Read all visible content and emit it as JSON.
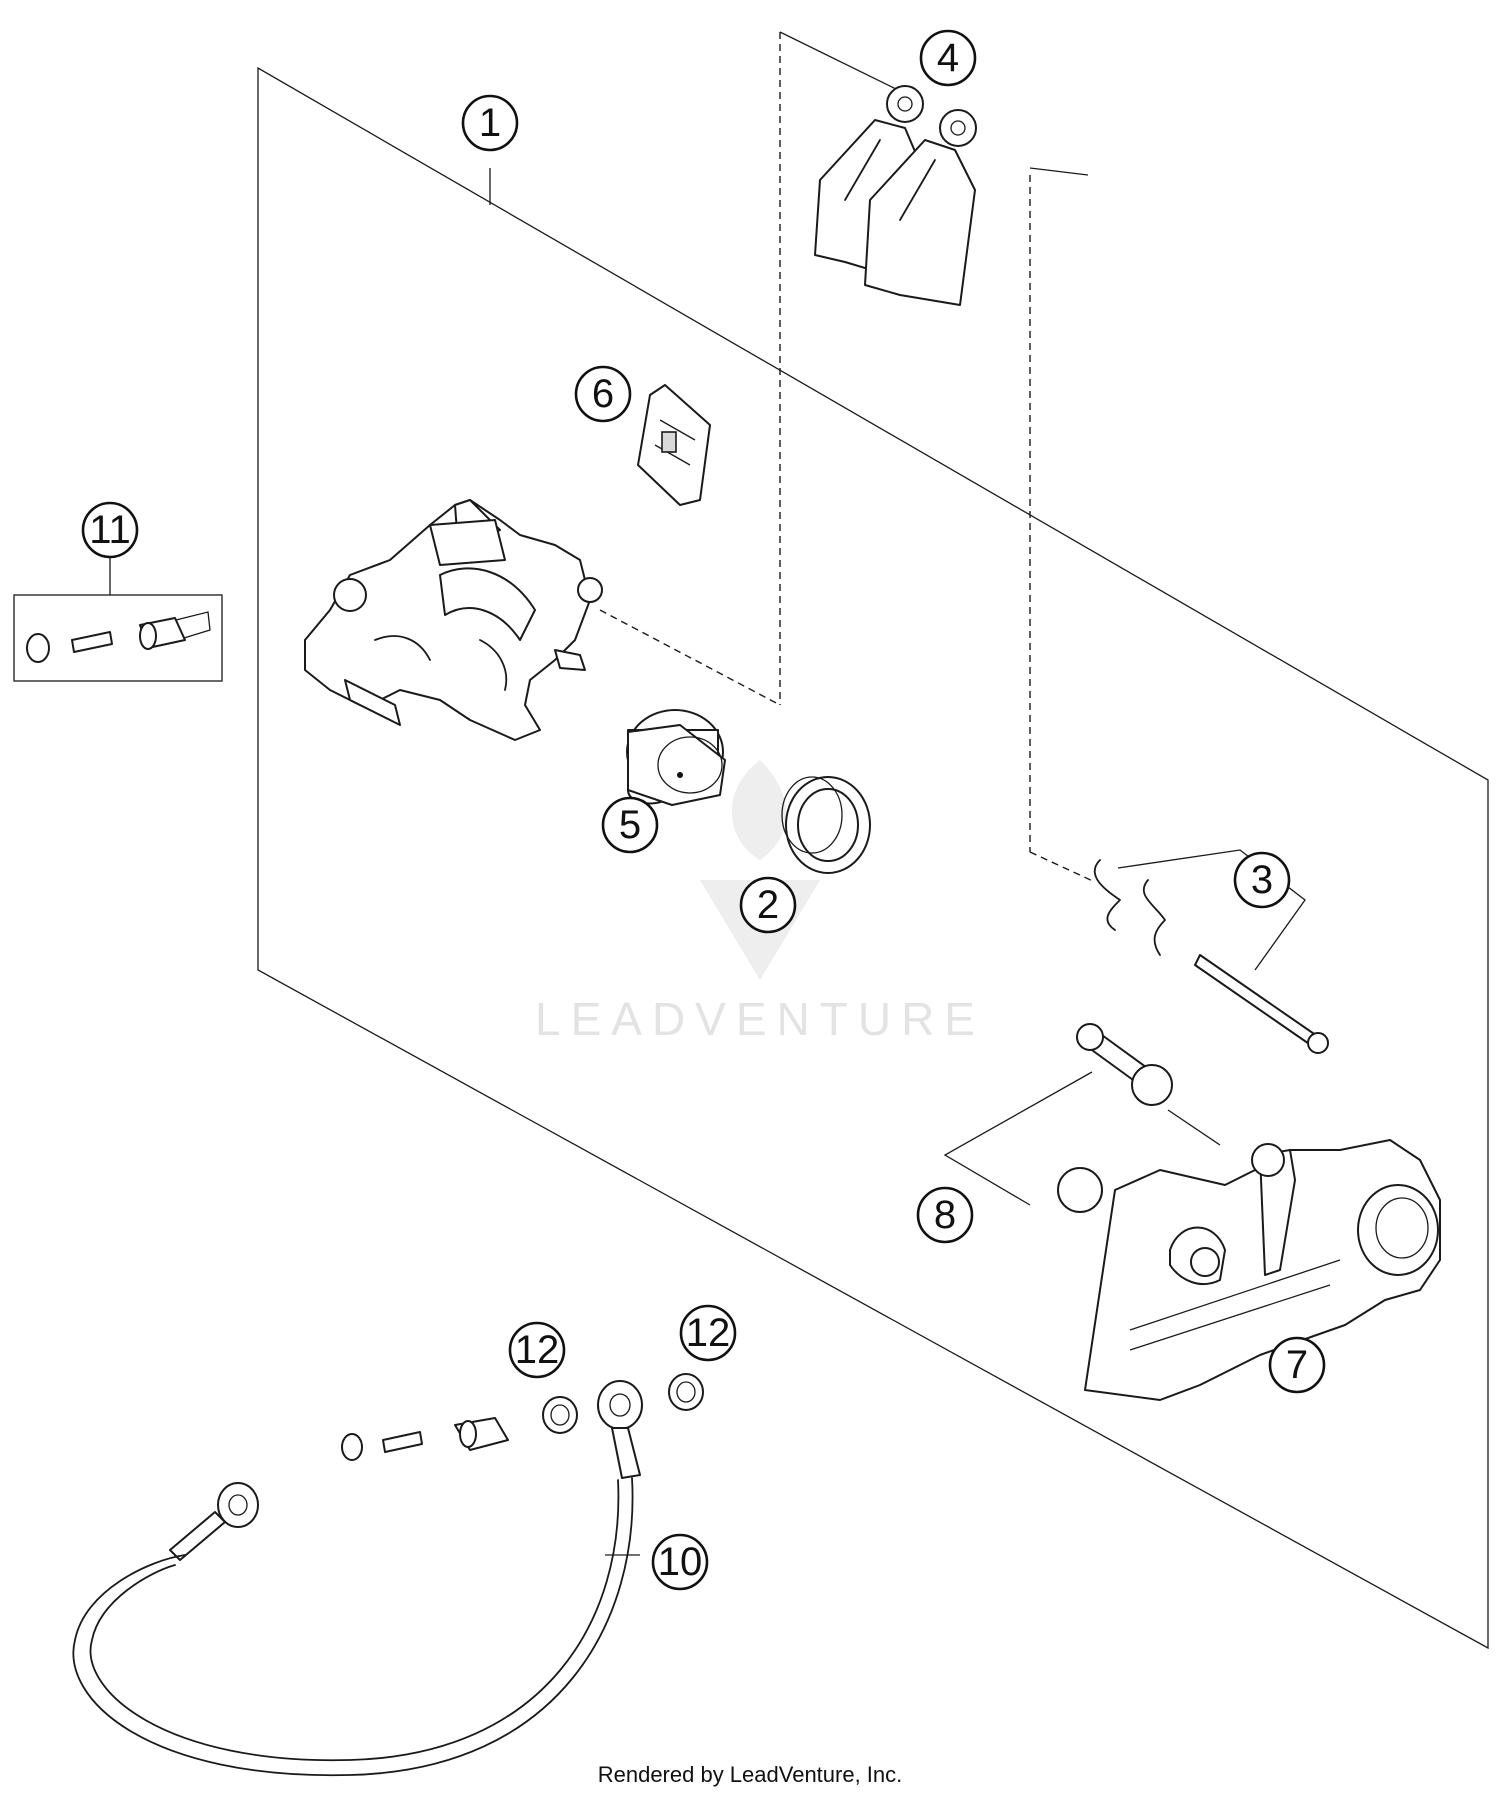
{
  "callouts": [
    {
      "id": "1",
      "label": "1"
    },
    {
      "id": "2",
      "label": "2"
    },
    {
      "id": "3",
      "label": "3"
    },
    {
      "id": "4",
      "label": "4"
    },
    {
      "id": "5",
      "label": "5"
    },
    {
      "id": "6",
      "label": "6"
    },
    {
      "id": "7",
      "label": "7"
    },
    {
      "id": "8",
      "label": "8"
    },
    {
      "id": "10",
      "label": "10"
    },
    {
      "id": "11",
      "label": "11"
    },
    {
      "id": "12a",
      "label": "12"
    },
    {
      "id": "12b",
      "label": "12"
    }
  ],
  "watermark": "LEADVENTURE",
  "footer": "Rendered by LeadVenture, Inc."
}
